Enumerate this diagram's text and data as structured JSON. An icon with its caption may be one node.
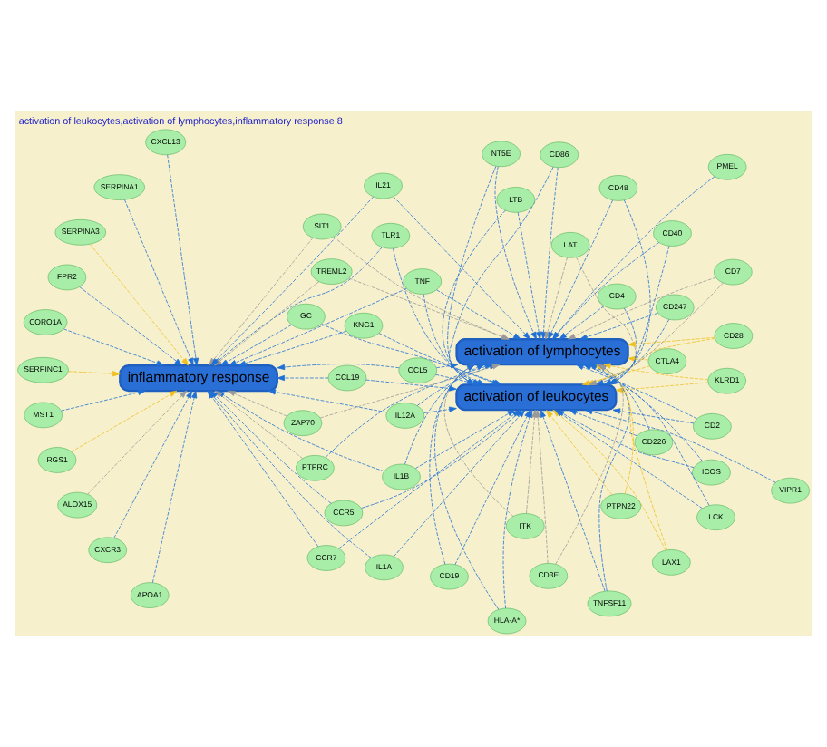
{
  "diagram": {
    "title": "activation of leukocytes,activation of lymphocytes,inflammatory response 8",
    "nodes": [
      {
        "text": [
          "activation of leukocytes"
        ]
      },
      {
        "text": [
          "activation of lymphocytes"
        ]
      },
      {
        "text": [
          "inflammatory response"
        ]
      },
      {
        "text": [
          "CD86"
        ]
      },
      {
        "text": [
          "CTLA4"
        ]
      },
      {
        "text": [
          "GC"
        ]
      },
      {
        "text": [
          "HLA-A*"
        ]
      },
      {
        "text": [
          "ICOS"
        ]
      },
      {
        "text": [
          "IL12A"
        ]
      },
      {
        "text": [
          "IL1A"
        ]
      },
      {
        "text": [
          "IL1B"
        ]
      },
      {
        "text": [
          "ITK"
        ]
      },
      {
        "text": [
          "KLRD1"
        ]
      },
      {
        "text": [
          "KNG1"
        ]
      },
      {
        "text": [
          "LAT"
        ]
      },
      {
        "text": [
          "LAX1"
        ]
      },
      {
        "text": [
          "LCK"
        ]
      },
      {
        "text": [
          "LTB"
        ]
      },
      {
        "text": [
          "NT5E"
        ]
      },
      {
        "text": [
          "PMEL"
        ]
      },
      {
        "text": [
          "PTPN22"
        ]
      },
      {
        "text": [
          "PTPRC"
        ]
      },
      {
        "text": [
          "SIT1"
        ]
      },
      {
        "text": [
          "TLR1"
        ]
      },
      {
        "text": [
          "TNF"
        ]
      },
      {
        "text": [
          "TNFSF11"
        ]
      },
      {
        "text": [
          "TREML2"
        ]
      },
      {
        "text": [
          "ZAP70"
        ]
      },
      {
        "text": [
          "ALOX15"
        ]
      },
      {
        "text": [
          "APOA1"
        ]
      },
      {
        "text": [
          "CCL19"
        ]
      },
      {
        "text": [
          "CCR5"
        ]
      },
      {
        "text": [
          "CCR7"
        ]
      },
      {
        "text": [
          "CORO1A"
        ]
      },
      {
        "text": [
          "CXCL13"
        ]
      },
      {
        "text": [
          "CXCR3"
        ]
      },
      {
        "text": [
          "FPR2"
        ]
      },
      {
        "text": [
          "IL21"
        ]
      },
      {
        "text": [
          "MST1"
        ]
      },
      {
        "text": [
          "RGS1"
        ]
      },
      {
        "text": [
          "SERPINA1"
        ]
      },
      {
        "text": [
          "SERPINA3"
        ]
      },
      {
        "text": [
          "SERPINC1"
        ]
      },
      {
        "text": [
          "VIPR1"
        ]
      },
      {
        "text": [
          "CCL5"
        ]
      },
      {
        "text": [
          "CD19"
        ]
      },
      {
        "text": [
          "CD2"
        ]
      },
      {
        "text": [
          "CD226"
        ]
      },
      {
        "text": [
          "CD247"
        ]
      },
      {
        "text": [
          "CD28"
        ]
      },
      {
        "text": [
          "CD3E"
        ]
      },
      {
        "text": [
          "CD4"
        ]
      },
      {
        "text": [
          "CD40"
        ]
      },
      {
        "text": [
          "CD48"
        ]
      },
      {
        "text": [
          "CD7"
        ]
      }
    ],
    "edges": [
      {
        "from": 3,
        "to": 0,
        "arrow": "to",
        "style": "dashed"
      },
      {
        "from": 3,
        "to": 1,
        "arrow": "to",
        "style": "dashed"
      },
      {
        "from": 4,
        "to": 0,
        "arrow": "to",
        "style": "dashed",
        "color": "#f0c020"
      },
      {
        "from": 4,
        "to": 1,
        "arrow": "to",
        "style": "dashed",
        "color": "#f0c020"
      },
      {
        "from": 5,
        "to": 0,
        "arrow": "to",
        "style": "dashed"
      },
      {
        "from": 5,
        "to": 2,
        "arrow": "to",
        "style": "dashed"
      },
      {
        "from": 6,
        "to": 0,
        "arrow": "to",
        "style": "dashed"
      },
      {
        "from": 6,
        "to": 1,
        "arrow": "to",
        "style": "dashed"
      },
      {
        "from": 7,
        "to": 0,
        "arrow": "to",
        "style": "dashed"
      },
      {
        "from": 7,
        "to": 1,
        "arrow": "to",
        "style": "dashed"
      },
      {
        "from": 8,
        "to": 0,
        "arrow": "to",
        "style": "dashed"
      },
      {
        "from": 8,
        "to": 1,
        "arrow": "to",
        "style": "dashed"
      },
      {
        "from": 8,
        "to": 2,
        "arrow": "to",
        "style": "dashed"
      },
      {
        "from": 9,
        "to": 0,
        "arrow": "to",
        "style": "dashed"
      },
      {
        "from": 9,
        "to": 2,
        "arrow": "to",
        "style": "dashed"
      },
      {
        "from": 10,
        "to": 0,
        "arrow": "to",
        "style": "dashed"
      },
      {
        "from": 10,
        "to": 1,
        "arrow": "to",
        "style": "dashed"
      },
      {
        "from": 10,
        "to": 2,
        "arrow": "to",
        "style": "dashed"
      },
      {
        "from": 11,
        "to": 0,
        "arrow": "to",
        "style": "dashed",
        "color": "#999999"
      },
      {
        "from": 11,
        "to": 1,
        "arrow": "to",
        "style": "dashed",
        "color": "#999999"
      },
      {
        "from": 12,
        "to": 0,
        "arrow": "to",
        "style": "dashed",
        "color": "#f0c020"
      },
      {
        "from": 12,
        "to": 1,
        "arrow": "to",
        "style": "dashed",
        "color": "#f0c020"
      },
      {
        "from": 13,
        "to": 0,
        "arrow": "to",
        "style": "dashed"
      },
      {
        "from": 13,
        "to": 2,
        "arrow": "to",
        "style": "dashed"
      },
      {
        "from": 14,
        "to": 0,
        "arrow": "to",
        "style": "dashed",
        "color": "#999999"
      },
      {
        "from": 14,
        "to": 1,
        "arrow": "to",
        "style": "dashed",
        "color": "#999999"
      },
      {
        "from": 15,
        "to": 0,
        "arrow": "to",
        "style": "dashed",
        "color": "#f0c020"
      },
      {
        "from": 15,
        "to": 1,
        "arrow": "to",
        "style": "dashed",
        "color": "#f0c020"
      },
      {
        "from": 16,
        "to": 0,
        "arrow": "to",
        "style": "dashed"
      },
      {
        "from": 16,
        "to": 1,
        "arrow": "to",
        "style": "dashed"
      },
      {
        "from": 17,
        "to": 0,
        "arrow": "to",
        "style": "dashed"
      },
      {
        "from": 17,
        "to": 1,
        "arrow": "to",
        "style": "dashed"
      },
      {
        "from": 18,
        "to": 0,
        "arrow": "to",
        "style": "dashed"
      },
      {
        "from": 18,
        "to": 1,
        "arrow": "to",
        "style": "dashed"
      },
      {
        "from": 19,
        "to": 1,
        "arrow": "to",
        "style": "dashed"
      },
      {
        "from": 20,
        "to": 0,
        "arrow": "to",
        "style": "dashed",
        "color": "#f0c020"
      },
      {
        "from": 20,
        "to": 1,
        "arrow": "to",
        "style": "dashed",
        "color": "#f0c020"
      },
      {
        "from": 21,
        "to": 1,
        "arrow": "to",
        "style": "dashed"
      },
      {
        "from": 21,
        "to": 2,
        "arrow": "to",
        "style": "dashed",
        "color": "#999999"
      },
      {
        "from": 22,
        "to": 1,
        "arrow": "to",
        "style": "dashed",
        "color": "#999999"
      },
      {
        "from": 22,
        "to": 2,
        "arrow": "to",
        "style": "dashed",
        "color": "#999999"
      },
      {
        "from": 23,
        "to": 0,
        "arrow": "to",
        "style": "dashed"
      },
      {
        "from": 23,
        "to": 2,
        "arrow": "to",
        "style": "dashed"
      },
      {
        "from": 24,
        "to": 0,
        "arrow": "to",
        "style": "dashed"
      },
      {
        "from": 24,
        "to": 1,
        "arrow": "to",
        "style": "dashed"
      },
      {
        "from": 24,
        "to": 2,
        "arrow": "to",
        "style": "dashed"
      },
      {
        "from": 25,
        "to": 0,
        "arrow": "to",
        "style": "dashed"
      },
      {
        "from": 25,
        "to": 1,
        "arrow": "to",
        "style": "dashed"
      },
      {
        "from": 26,
        "to": 1,
        "arrow": "to",
        "style": "dashed",
        "color": "#999999"
      },
      {
        "from": 26,
        "to": 2,
        "arrow": "to",
        "style": "dashed",
        "color": "#999999"
      },
      {
        "from": 27,
        "to": 1,
        "arrow": "to",
        "style": "dashed",
        "color": "#999999"
      },
      {
        "from": 27,
        "to": 2,
        "arrow": "to",
        "style": "dashed",
        "color": "#999999"
      },
      {
        "from": 28,
        "to": 2,
        "arrow": "to",
        "style": "dashed",
        "color": "#999999"
      },
      {
        "from": 29,
        "to": 2,
        "arrow": "to",
        "style": "dashed"
      },
      {
        "from": 30,
        "to": 0,
        "arrow": "to",
        "style": "dashed"
      },
      {
        "from": 30,
        "to": 2,
        "arrow": "to",
        "style": "dashed"
      },
      {
        "from": 31,
        "to": 0,
        "arrow": "to",
        "style": "dashed"
      },
      {
        "from": 31,
        "to": 2,
        "arrow": "to",
        "style": "dashed"
      },
      {
        "from": 32,
        "to": 0,
        "arrow": "to",
        "style": "dashed"
      },
      {
        "from": 32,
        "to": 2,
        "arrow": "to",
        "style": "dashed"
      },
      {
        "from": 33,
        "to": 2,
        "arrow": "to",
        "style": "dashed"
      },
      {
        "from": 34,
        "to": 2,
        "arrow": "to",
        "style": "dashed"
      },
      {
        "from": 35,
        "to": 2,
        "arrow": "to",
        "style": "dashed"
      },
      {
        "from": 36,
        "to": 2,
        "arrow": "to",
        "style": "dashed"
      },
      {
        "from": 37,
        "to": 1,
        "arrow": "to",
        "style": "dashed"
      },
      {
        "from": 37,
        "to": 2,
        "arrow": "to",
        "style": "dashed"
      },
      {
        "from": 38,
        "to": 2,
        "arrow": "to",
        "style": "dashed"
      },
      {
        "from": 39,
        "to": 2,
        "arrow": "to",
        "style": "dashed",
        "color": "#f0c020"
      },
      {
        "from": 40,
        "to": 2,
        "arrow": "to",
        "style": "dashed"
      },
      {
        "from": 41,
        "to": 2,
        "arrow": "to",
        "style": "dashed",
        "color": "#f0c020"
      },
      {
        "from": 42,
        "to": 2,
        "arrow": "to",
        "style": "dashed",
        "color": "#f0c020"
      },
      {
        "from": 43,
        "to": 0,
        "arrow": "to",
        "style": "dashed"
      },
      {
        "from": 44,
        "to": 0,
        "arrow": "to",
        "style": "dashed"
      },
      {
        "from": 44,
        "to": 1,
        "arrow": "to",
        "style": "dashed"
      },
      {
        "from": 44,
        "to": 2,
        "arrow": "to",
        "style": "dashed"
      },
      {
        "from": 45,
        "to": 0,
        "arrow": "to",
        "style": "dashed"
      },
      {
        "from": 45,
        "to": 1,
        "arrow": "to",
        "style": "dashed"
      },
      {
        "from": 46,
        "to": 0,
        "arrow": "to",
        "style": "dashed"
      },
      {
        "from": 46,
        "to": 1,
        "arrow": "to",
        "style": "dashed"
      },
      {
        "from": 47,
        "to": 0,
        "arrow": "to",
        "style": "dashed"
      },
      {
        "from": 47,
        "to": 1,
        "arrow": "to",
        "style": "dashed"
      },
      {
        "from": 48,
        "to": 0,
        "arrow": "to",
        "style": "dashed"
      },
      {
        "from": 48,
        "to": 1,
        "arrow": "to",
        "style": "dashed"
      },
      {
        "from": 49,
        "to": 0,
        "arrow": "to",
        "style": "dashed",
        "color": "#f0c020"
      },
      {
        "from": 49,
        "to": 1,
        "arrow": "to",
        "style": "dashed",
        "color": "#f0c020"
      },
      {
        "from": 50,
        "to": 0,
        "arrow": "to",
        "style": "dashed",
        "color": "#999999"
      },
      {
        "from": 50,
        "to": 1,
        "arrow": "to",
        "style": "dashed",
        "color": "#999999"
      },
      {
        "from": 51,
        "to": 0,
        "arrow": "to",
        "style": "dashed"
      },
      {
        "from": 51,
        "to": 1,
        "arrow": "to",
        "style": "dashed"
      },
      {
        "from": 52,
        "to": 0,
        "arrow": "to",
        "style": "dashed"
      },
      {
        "from": 52,
        "to": 1,
        "arrow": "to",
        "style": "dashed"
      },
      {
        "from": 53,
        "to": 0,
        "arrow": "to",
        "style": "dashed"
      },
      {
        "from": 53,
        "to": 1,
        "arrow": "to",
        "style": "dashed"
      },
      {
        "from": 54,
        "to": 0,
        "arrow": "to",
        "style": "dashed",
        "color": "#999999"
      },
      {
        "from": 54,
        "to": 1,
        "arrow": "to",
        "style": "dashed",
        "color": "#999999"
      }
    ]
  }
}
